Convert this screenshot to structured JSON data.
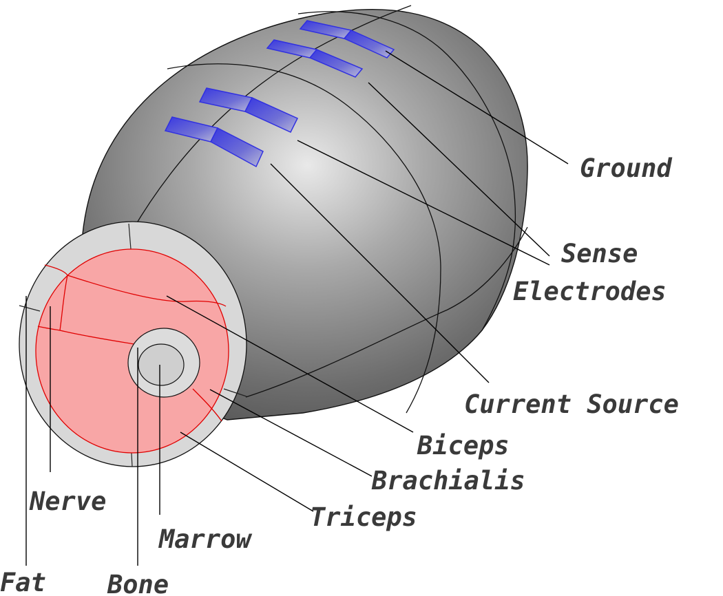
{
  "figure": {
    "labels": {
      "ground": "Ground",
      "sense": "Sense",
      "electrodes": "Electrodes",
      "current_source": "Current Source",
      "biceps": "Biceps",
      "brachialis": "Brachialis",
      "triceps": "Triceps",
      "nerve": "Nerve",
      "marrow": "Marrow",
      "fat": "Fat",
      "bone": "Bone"
    },
    "colors": {
      "body": "#7a7a7a",
      "fat_ring": "#d8d8d8",
      "muscle": "#f8a6a6",
      "muscle_boundary": "#e00000",
      "bone": "#dcdcdc",
      "electrode": "#4b4bd8",
      "label_text": "#3a3a3a"
    }
  }
}
